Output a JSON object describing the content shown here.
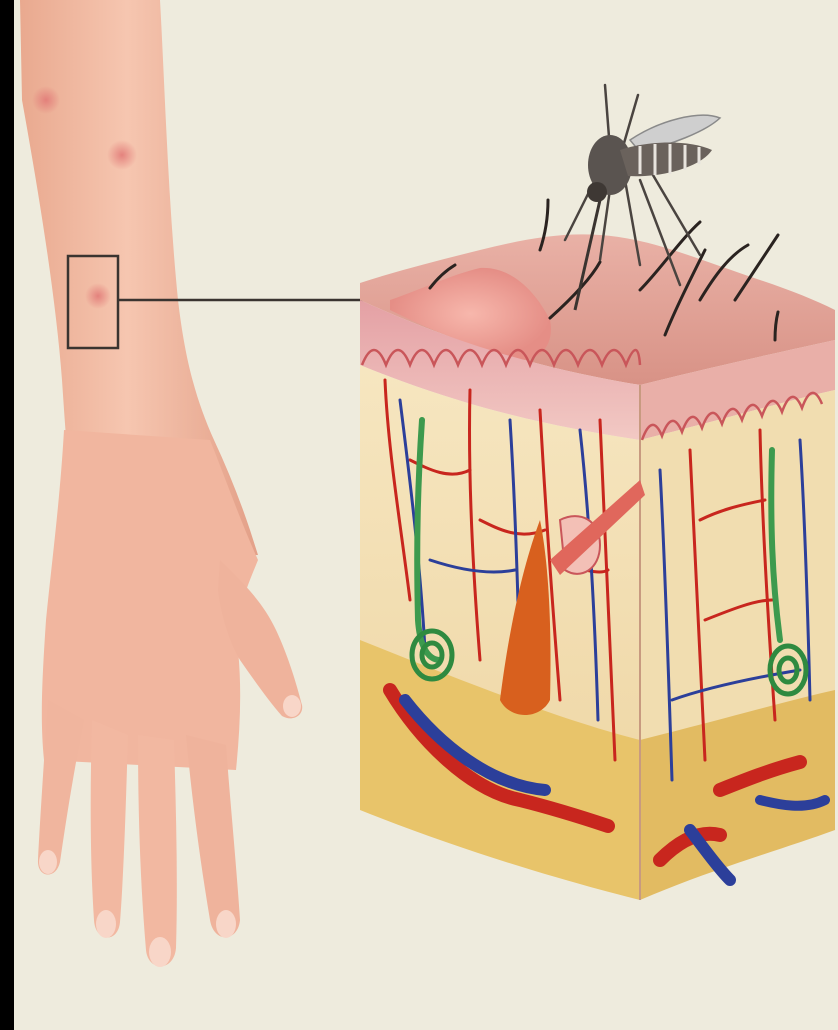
{
  "illustration": {
    "background_color": "#EEEBDD",
    "frame_color": "#000000",
    "subjects": [
      "hand-with-bite-marks",
      "skin-cross-section",
      "mosquito"
    ],
    "colors": {
      "skin": "#F2B8A0",
      "skin_shadow": "#D99A84",
      "epidermis": "#F1B9B3",
      "dermis": "#F3E1B4",
      "fat_layer": "#E8C46A",
      "artery": "#C8261E",
      "vein": "#2C3F9A",
      "nerve": "#3D9A4E",
      "mosquito": "#5A5450",
      "hair": "#2A2320",
      "callout_line": "#3A3430"
    }
  }
}
